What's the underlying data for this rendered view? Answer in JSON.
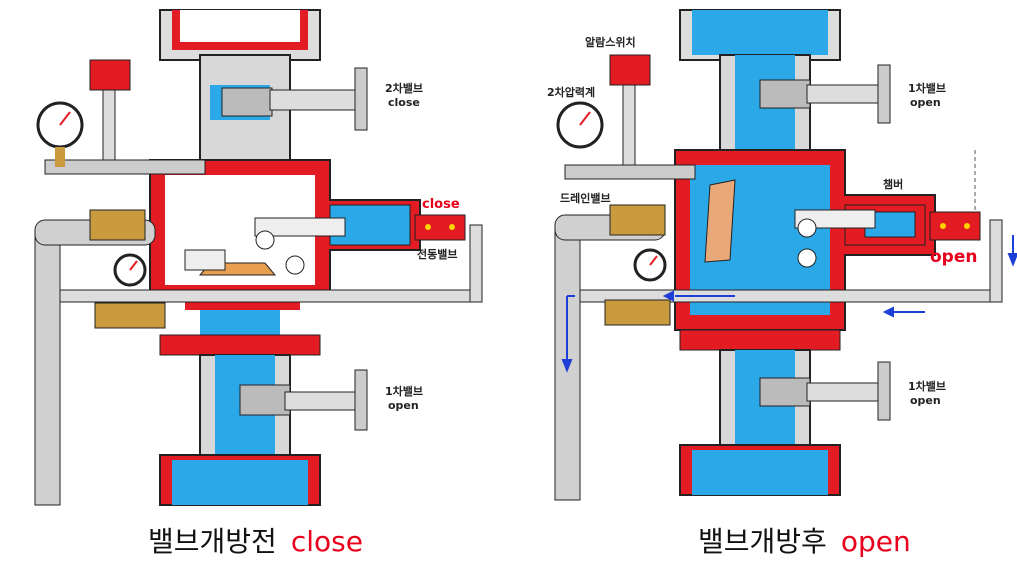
{
  "left": {
    "secondary_valve_label": "2차밸브",
    "secondary_valve_state": "close",
    "solenoid_state": "close",
    "solenoid_label": "전동밸브",
    "primary_valve_label": "1차밸브",
    "primary_valve_state": "open",
    "caption_text": "밸브개방전",
    "caption_state": "close"
  },
  "right": {
    "alarm_switch_label": "알람스위치",
    "secondary_gauge_label": "2차압력계",
    "drain_valve_label": "드레인밸브",
    "chamber_label": "챔버",
    "secondary_valve_label": "1차밸브",
    "secondary_valve_state": "open",
    "solenoid_state": "open",
    "primary_valve_label": "1차밸브",
    "primary_valve_state": "open",
    "caption_text": "밸브개방후",
    "caption_state": "open"
  },
  "colors": {
    "water": "#2aa8e8",
    "body_red": "#e31b23",
    "pipe_gray": "#c8c8c8",
    "outline": "#222222",
    "brass": "#c99a3e",
    "flow_arrow": "#1e3fd6"
  }
}
